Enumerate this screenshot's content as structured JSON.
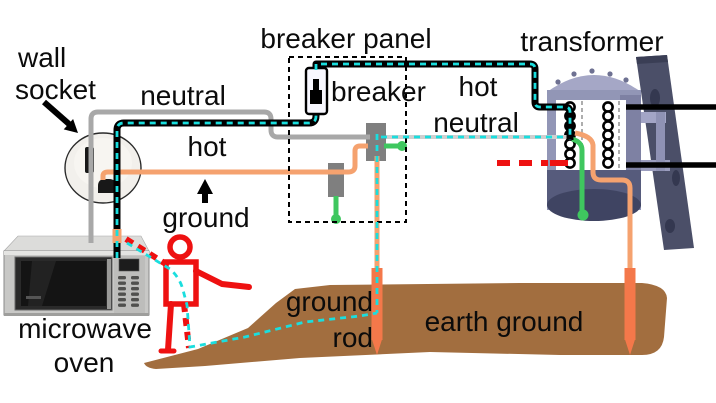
{
  "labels": {
    "wall_socket_line1": "wall",
    "wall_socket_line2": "socket",
    "neutral_left": "neutral",
    "hot_left": "hot",
    "ground_left": "ground",
    "breaker_panel": "breaker panel",
    "breaker": "breaker",
    "hot_right": "hot",
    "neutral_right": "neutral",
    "transformer": "transformer",
    "microwave_line1": "microwave",
    "microwave_line2": "oven",
    "ground_rod_line1": "ground",
    "ground_rod_line2": "rod",
    "earth_ground": "earth ground"
  },
  "colors": {
    "current_path": "#1adede",
    "neutral_wire": "#a8a8a8",
    "neutral_service": "#cfcfcf",
    "ground_wire": "#f5a26f",
    "ground_rod": "#f4784a",
    "bond_wire": "#3fc75f",
    "person_red": "#ee1111",
    "earth_brown": "#a26e3f",
    "bus_gray": "#7f7f7f",
    "hot_core": "#000000",
    "label_black": "#0b0b0b"
  }
}
